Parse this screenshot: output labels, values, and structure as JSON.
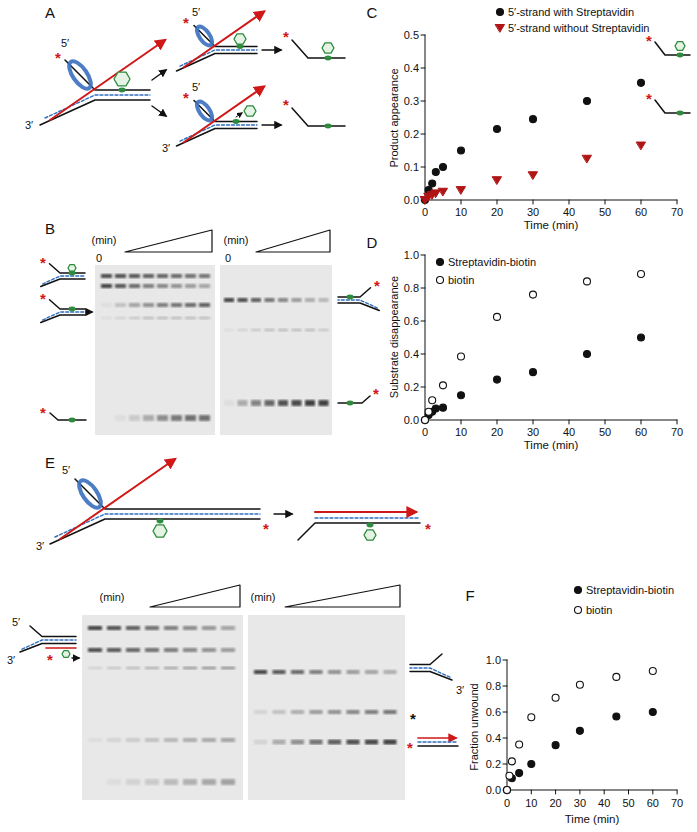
{
  "diagram": {
    "labels": [
      "A",
      "5′",
      "*",
      "3′",
      "5′",
      "*",
      "5′",
      "*",
      "3′",
      "*",
      "*",
      "C",
      "Product appearance",
      "0.0",
      "0.1",
      "0.2",
      "0.3",
      "0.4",
      "0.5",
      "0",
      "10",
      "20",
      "30",
      "40",
      "50",
      "60",
      "70",
      "Time (min)",
      "*",
      "*",
      "B",
      "(min)",
      "0",
      "(min)",
      "0",
      "*",
      "*",
      "*",
      "*",
      "*",
      "D",
      "Substrate disappearance",
      "0.0",
      "0.2",
      "0.4",
      "0.6",
      "0.8",
      "1.0",
      "0",
      "10",
      "20",
      "30",
      "40",
      "50",
      "60",
      "70",
      "Time (min)",
      "E",
      "5′",
      "3′",
      "*",
      "*",
      "(min)",
      "(min)",
      "5′",
      "3′",
      "*",
      "3′",
      "*",
      "*",
      "F",
      "Fraction unwound",
      "0.0",
      "0.2",
      "0.4",
      "0.6",
      "0.8",
      "1.0",
      "0",
      "10",
      "20",
      "30",
      "40",
      "50",
      "60",
      "70",
      "Time (min)"
    ],
    "legend": [
      {
        "text": "5′-strand with Streptavidin"
      },
      {
        "text": "5′-strand without Streptavidin"
      },
      {
        "text": "Streptavidin-biotin"
      },
      {
        "text": "biotin"
      },
      {
        "text": "Streptavidin-biotin"
      },
      {
        "text": "biotin"
      }
    ]
  }
}
